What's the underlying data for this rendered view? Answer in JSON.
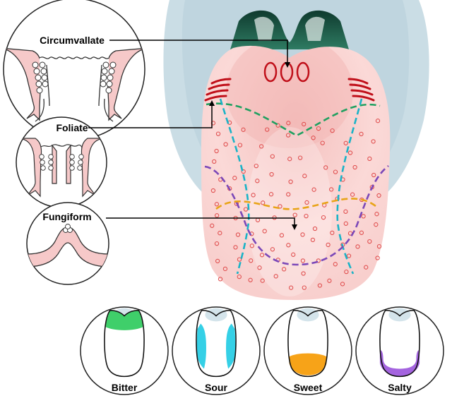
{
  "labels": {
    "circumvallate": "Circumvallate",
    "foliate": "Foliate",
    "fungiform": "Fungiform"
  },
  "taste_maps": [
    {
      "name": "Bitter",
      "color": "#3fcf6a"
    },
    {
      "name": "Sour",
      "color": "#35d0e6"
    },
    {
      "name": "Sweet",
      "color": "#f7a318"
    },
    {
      "name": "Salty",
      "color": "#a464df"
    }
  ],
  "colors": {
    "tongue_fill": "#fbd8d6",
    "tongue_center": "#f3b9b7",
    "papilla_ring": "#c0101a",
    "dot": "#e05050",
    "throat_halo": "#c9dde6",
    "throat_dark": "#1e5d4a",
    "line_green": "#20a060",
    "line_cyan": "#1ab3c7",
    "line_purple": "#7b48b8",
    "line_orange": "#e8a418"
  }
}
